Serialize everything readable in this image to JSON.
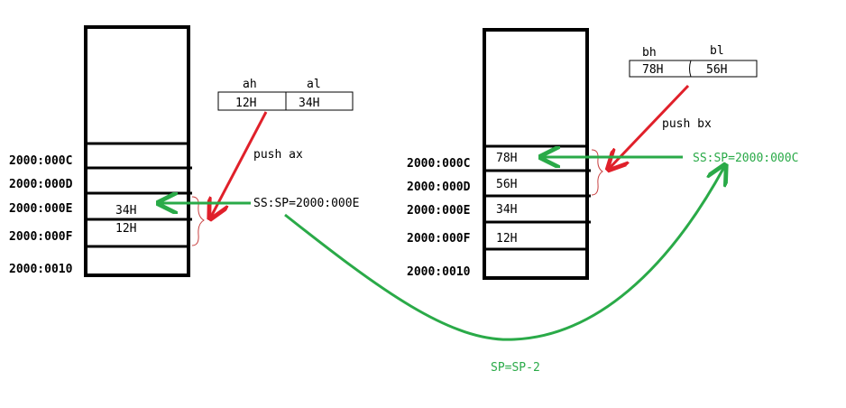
{
  "colors": {
    "stack_border": "#000000",
    "push_arrow": "#e0202a",
    "pointer_arrow": "#2aaa48",
    "brace": "#c84040"
  },
  "left": {
    "register": {
      "high_label": "ah",
      "low_label": "al",
      "high_value": "12H",
      "low_value": "34H"
    },
    "push_label": "push ax",
    "addresses": [
      "2000:000C",
      "2000:000D",
      "2000:000E",
      "2000:000F",
      "2000:0010"
    ],
    "cells": [
      "",
      "",
      "34H",
      "12H",
      ""
    ],
    "pointer_label": "SS:SP=2000:000E"
  },
  "right": {
    "register": {
      "high_label": "bh",
      "low_label": "bl",
      "high_value": "78H",
      "low_value": "56H"
    },
    "push_label": "push bx",
    "addresses": [
      "2000:000C",
      "2000:000D",
      "2000:000E",
      "2000:000F",
      "2000:0010"
    ],
    "cells": [
      "78H",
      "56H",
      "34H",
      "12H",
      ""
    ],
    "pointer_label": "SS:SP=2000:000C"
  },
  "transition_label": "SP=SP-2"
}
